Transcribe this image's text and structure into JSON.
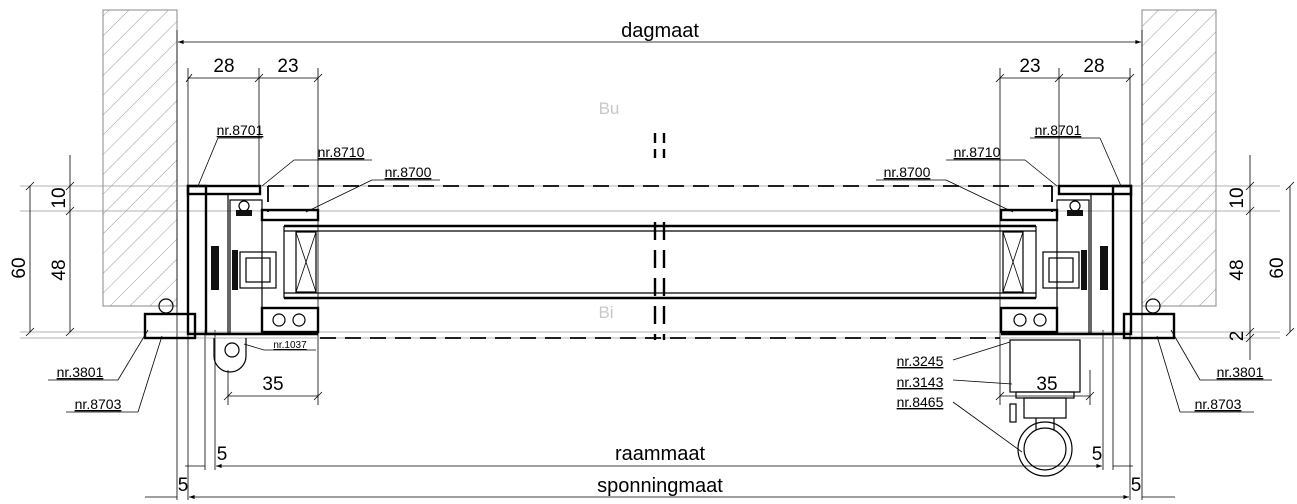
{
  "labels": {
    "dagmaat": "dagmaat",
    "raammaat": "raammaat",
    "sponningmaat": "sponningmaat",
    "buiten": "Bu",
    "binnen": "Bi"
  },
  "dimensions": {
    "top_left_a": "28",
    "top_left_b": "23",
    "top_right_a": "23",
    "top_right_b": "28",
    "left_10": "10",
    "left_48": "48",
    "left_60": "60",
    "right_10": "10",
    "right_48": "48",
    "right_60": "60",
    "right_2": "2",
    "bottom_left_35": "35",
    "bottom_right_35": "35",
    "left_5_raam": "5",
    "left_5_sponning": "5",
    "right_5_raam": "5",
    "right_5_sponning": "5"
  },
  "parts": {
    "left_8701": "nr.8701",
    "left_8710": "nr.8710",
    "left_8700": "nr.8700",
    "left_1037": "nr.1037",
    "left_3801": "nr.3801",
    "left_8703": "nr.8703",
    "right_8701": "nr.8701",
    "right_8710": "nr.8710",
    "right_8700": "nr.8700",
    "right_3245": "nr.3245",
    "right_3143": "nr.3143",
    "right_8465": "nr.8465",
    "right_3801": "nr.3801",
    "right_8703": "nr.8703"
  }
}
